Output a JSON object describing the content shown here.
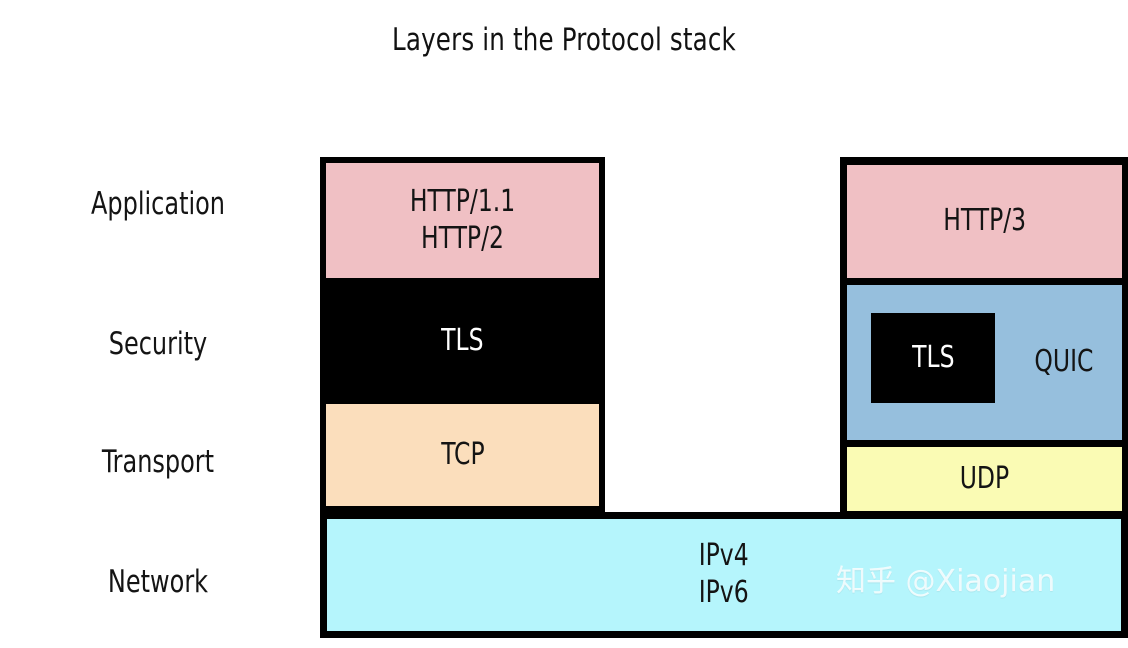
{
  "title": "Layers in the Protocol stack",
  "layer_labels": [
    {
      "id": "application",
      "label": "Application"
    },
    {
      "id": "security",
      "label": "Security"
    },
    {
      "id": "transport",
      "label": "Transport"
    },
    {
      "id": "network",
      "label": "Network"
    }
  ],
  "left_stack": {
    "application": "HTTP/1.1\nHTTP/2",
    "security": "TLS",
    "transport": "TCP"
  },
  "right_stack": {
    "application": "HTTP/3",
    "security_inner": "TLS",
    "security_outer": "QUIC",
    "transport": "UDP"
  },
  "network": {
    "label": "IPv4\nIPv6"
  },
  "watermark": "知乎 @Xiaojian",
  "colors": {
    "application_pink": "#F0C0C4",
    "tls_black": "#000000",
    "tcp_peach": "#FBDEBC",
    "quic_blue": "#96BFDD",
    "udp_yellow": "#FAFBB4",
    "network_cyan": "#B5F5FC",
    "background": "#FFFFFF",
    "text_dark": "#141414",
    "text_light": "#FFFFFF"
  }
}
